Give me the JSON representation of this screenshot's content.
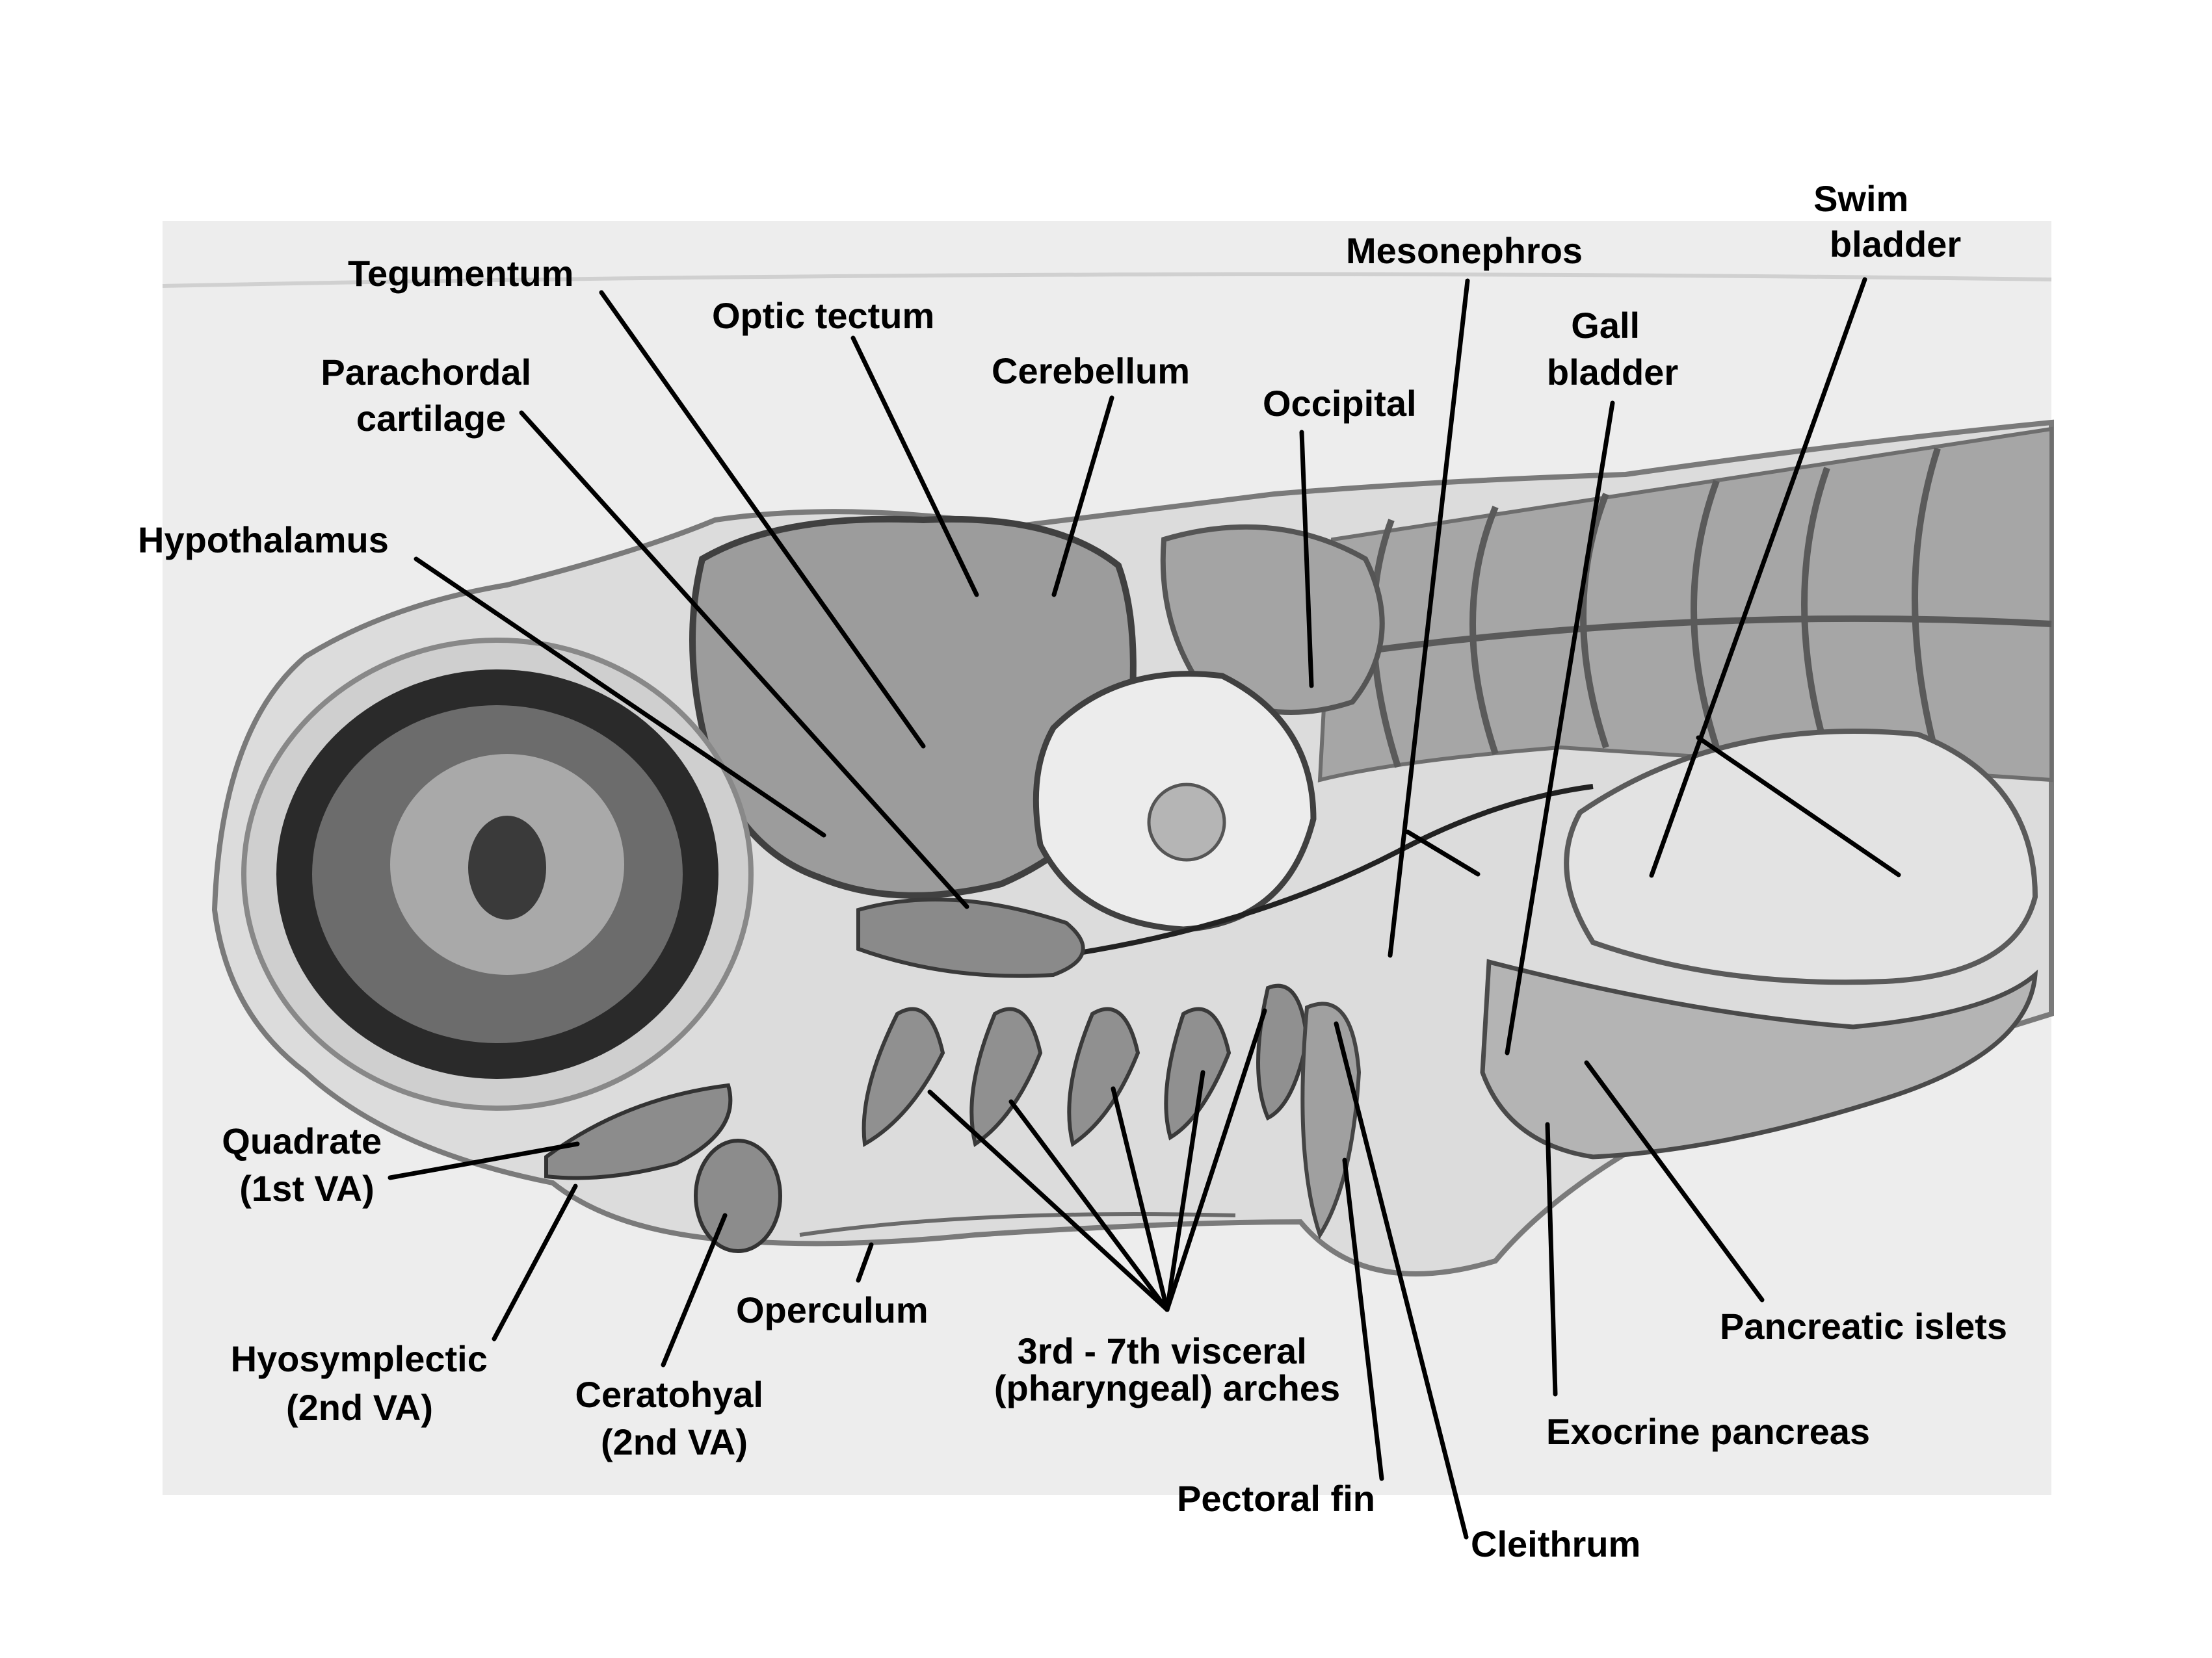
{
  "labels": {
    "swim_bladder": [
      "Swim",
      "bladder"
    ],
    "mesonephros": "Mesonephros",
    "tegumentum": "Tegumentum",
    "optic_tectum": "Optic tectum",
    "gall_bladder": [
      "Gall",
      "bladder"
    ],
    "parachordal": [
      "Parachordal",
      "cartilage"
    ],
    "cerebellum": "Cerebellum",
    "occipital": "Occipital",
    "hypothalamus": "Hypothalamus",
    "quadrate": [
      "Quadrate",
      "(1st VA)"
    ],
    "operculum": "Operculum",
    "pancreatic_islets": "Pancreatic islets",
    "arches": [
      "3rd - 7th visceral",
      "(pharyngeal) arches"
    ],
    "hyosymplectic": [
      "Hyosymplectic",
      "(2nd VA)"
    ],
    "ceratohyal": [
      "Ceratohyal",
      "(2nd VA)"
    ],
    "exocrine_pancreas": "Exocrine pancreas",
    "pectoral_fin": "Pectoral fin",
    "cleithrum": "Cleithrum"
  },
  "colors": {
    "background": "#ffffff",
    "section": "#e8e8e8",
    "tissue": "#a9a9a9",
    "dark_tissue": "#3a3a3a",
    "text": "#000000"
  }
}
